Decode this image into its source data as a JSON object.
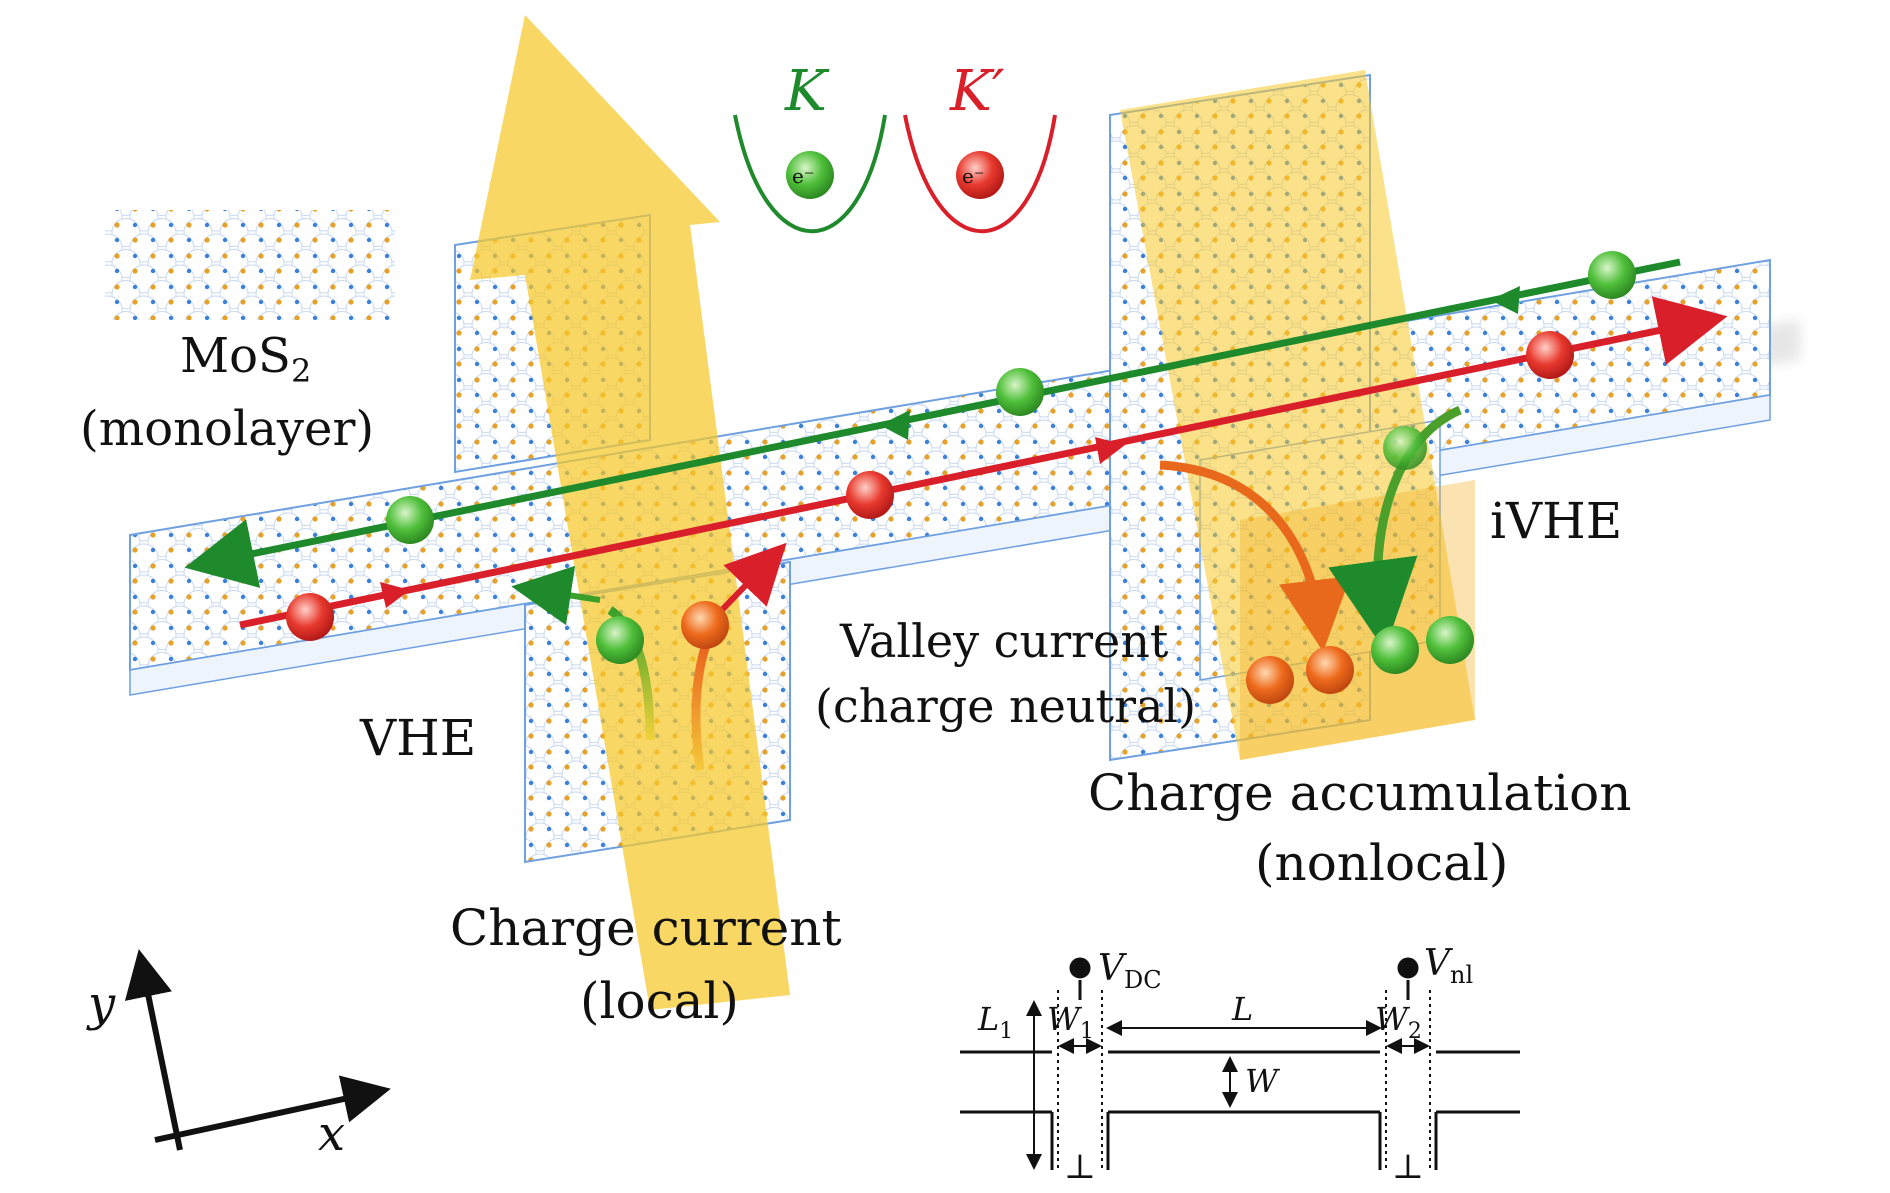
{
  "labels": {
    "mos2_main": "MoS",
    "mos2_sub": "2",
    "mos2_note": "(monolayer)",
    "vhe": "VHE",
    "ivhe": "iVHE",
    "valley_line1": "Valley current",
    "valley_line2": "(charge neutral)",
    "accum_line1": "Charge accumulation",
    "accum_line2": "(nonlocal)",
    "charge_line1": "Charge current",
    "charge_line2": "(local)",
    "axis_x": "x",
    "axis_y": "y"
  },
  "valleys": {
    "k_label": "K",
    "kprime_label": "K′",
    "electron": "e⁻"
  },
  "schematic": {
    "vdc_main": "V",
    "vdc_sub": "DC",
    "vnl_main": "V",
    "vnl_sub": "nl",
    "l1_main": "L",
    "l1_sub": "1",
    "w1_main": "W",
    "w1_sub": "1",
    "l_label": "L",
    "w2_main": "W",
    "w2_sub": "2",
    "w_label": "W",
    "ground": "⊥"
  },
  "colors": {
    "k_valley": "#1e8a2c",
    "kprime_valley": "#d9202a",
    "charge_beam": "#f7c82a",
    "lattice_edge": "#3a7fd8",
    "lattice_atom": "#e8a128"
  }
}
